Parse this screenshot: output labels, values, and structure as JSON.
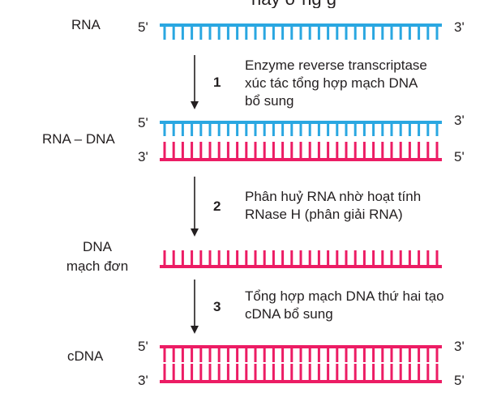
{
  "top_cropped_text": "hay ở ng g",
  "rows": [
    {
      "label": "RNA",
      "strand_labels": {
        "top_left": "5'",
        "top_right": "3'"
      }
    },
    {
      "label": "RNA – DNA",
      "strand_labels": {
        "top_left": "5'",
        "top_right": "3'",
        "bottom_left": "3'",
        "bottom_right": "5'"
      }
    },
    {
      "label_lines": [
        "DNA",
        "mạch đơn"
      ]
    },
    {
      "label": "cDNA",
      "strand_labels": {
        "top_left": "5'",
        "top_right": "3'",
        "bottom_left": "3'",
        "bottom_right": "5'"
      }
    }
  ],
  "steps": [
    {
      "number": "1",
      "lines": [
        "Enzyme reverse transcriptase",
        "xúc tác tổng hợp mạch DNA",
        "bổ sung"
      ]
    },
    {
      "number": "2",
      "lines": [
        "Phân huỷ RNA nhờ hoạt tính",
        "RNase H (phân giải RNA)"
      ]
    },
    {
      "number": "3",
      "lines": [
        "Tổng hợp mạch DNA thứ hai tạo",
        "cDNA bổ sung"
      ]
    }
  ],
  "colors": {
    "rna": "#2aa7e1",
    "dna": "#ec1c64",
    "arrow": "#231f20",
    "text": "#231f20"
  }
}
